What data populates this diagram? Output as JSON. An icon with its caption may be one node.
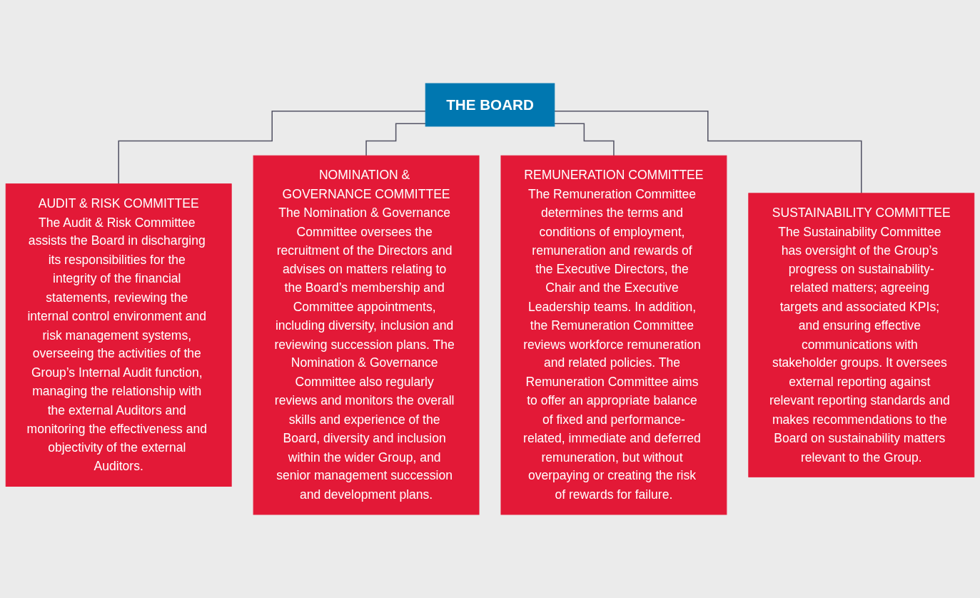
{
  "diagram": {
    "nodes": [
      {
        "text": [
          "THE BOARD"
        ]
      },
      {
        "text": [
          "AUDIT & RISK COMMITTEE",
          "The Audit & Risk Committee assists the Board in discharging its responsibilities for the integrity of the financial statements, reviewing the internal control environment and risk management systems, overseeing the activities of the Group’s Internal Audit function, managing the relationship with the external Auditors and monitoring the effectiveness and objectivity of the external Auditors."
        ]
      },
      {
        "text": [
          "NOMINATION & GOVERNANCE COMMITTEE",
          "The Nomination & Governance Committee oversees the recruitment of the Directors and advises on matters relating to the Board’s membership and Committee appointments, including diversity, inclusion and reviewing succession plans. The Nomination & Governance Committee also regularly reviews and monitors the overall skills and experience of the Board, diversity and inclusion within the wider Group, and senior management succession and development plans."
        ]
      },
      {
        "text": [
          "REMUNERATION COMMITTEE",
          "The Remuneration Committee determines the terms and conditions of employment, remuneration and rewards of the Executive Directors, the Chair and the Executive Leadership teams. In addition, the Remuneration Committee reviews workforce remuneration and related policies. The Remuneration Committee aims to offer an appropriate balance of fixed and performance-related, immediate and deferred remuneration, but without overpaying or creating the risk of rewards for failure."
        ]
      },
      {
        "text": [
          "SUSTAINABILITY COMMITTEE",
          "The Sustainability Committee has oversight of the Group’s progress on sustainability-related matters; agreeing targets and associated KPIs; and ensuring effective communications with stakeholder groups. It oversees external reporting against relevant reporting standards and makes recommendations to the Board on sustainability matters relevant to the Group."
        ]
      }
    ],
    "edges": [
      {
        "from": 0,
        "to": 1,
        "arrow": "none"
      },
      {
        "from": 0,
        "to": 2,
        "arrow": "none"
      },
      {
        "from": 0,
        "to": 3,
        "arrow": "none"
      },
      {
        "from": 0,
        "to": 4,
        "arrow": "none"
      }
    ]
  }
}
